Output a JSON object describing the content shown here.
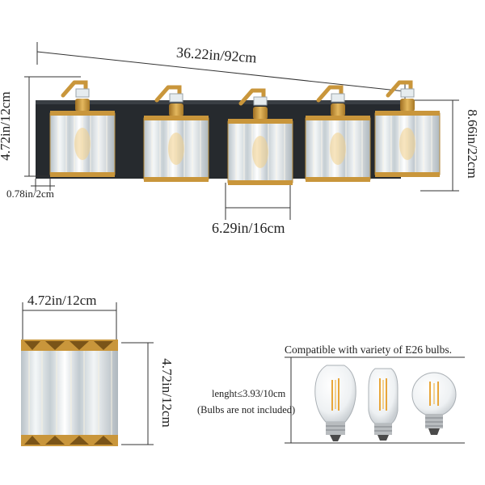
{
  "dimensions": {
    "overall_length": "36.22in/92cm",
    "shade_height_side": "4.72in/12cm",
    "fixture_height": "8.66in/22cm",
    "backplate_depth": "0.78in/2cm",
    "spacing": "6.29in/16cm",
    "shade_width": "4.72in/12cm",
    "shade_height": "4.72in/12cm"
  },
  "bulbs": {
    "compatible_note": "Compatible with variety of E26 bulbs.",
    "length_note": "lenght≤3.93/10cm",
    "not_included_note": "(Bulbs are not included)"
  },
  "colors": {
    "brass": "#c9963b",
    "backplate": "#262a2e",
    "glass": "#dfe6ea",
    "line": "#333333"
  },
  "fixture": {
    "light_count": 5
  }
}
